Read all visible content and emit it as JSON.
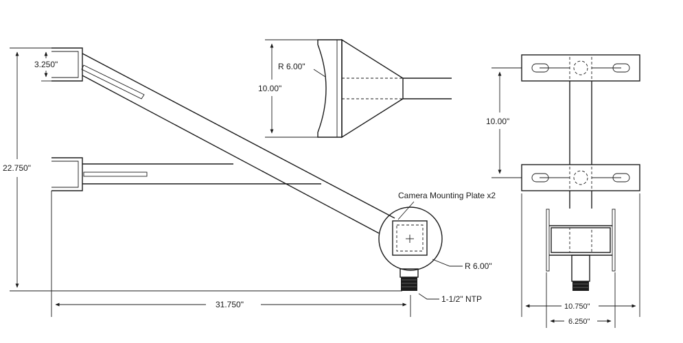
{
  "labels": {
    "side_top_height": "3.250\"",
    "side_total_height": "22.750\"",
    "side_length": "31.750\"",
    "camera_plate": "Camera Mounting Plate x2",
    "side_radius": "R 6.00\"",
    "pipe_thread": "1-1/2\" NTP",
    "detail_radius": "R 6.00\"",
    "detail_height": "10.00\"",
    "front_height": "10.00\"",
    "front_outer_width": "10.750\"",
    "front_inner_width": "6.250\""
  }
}
